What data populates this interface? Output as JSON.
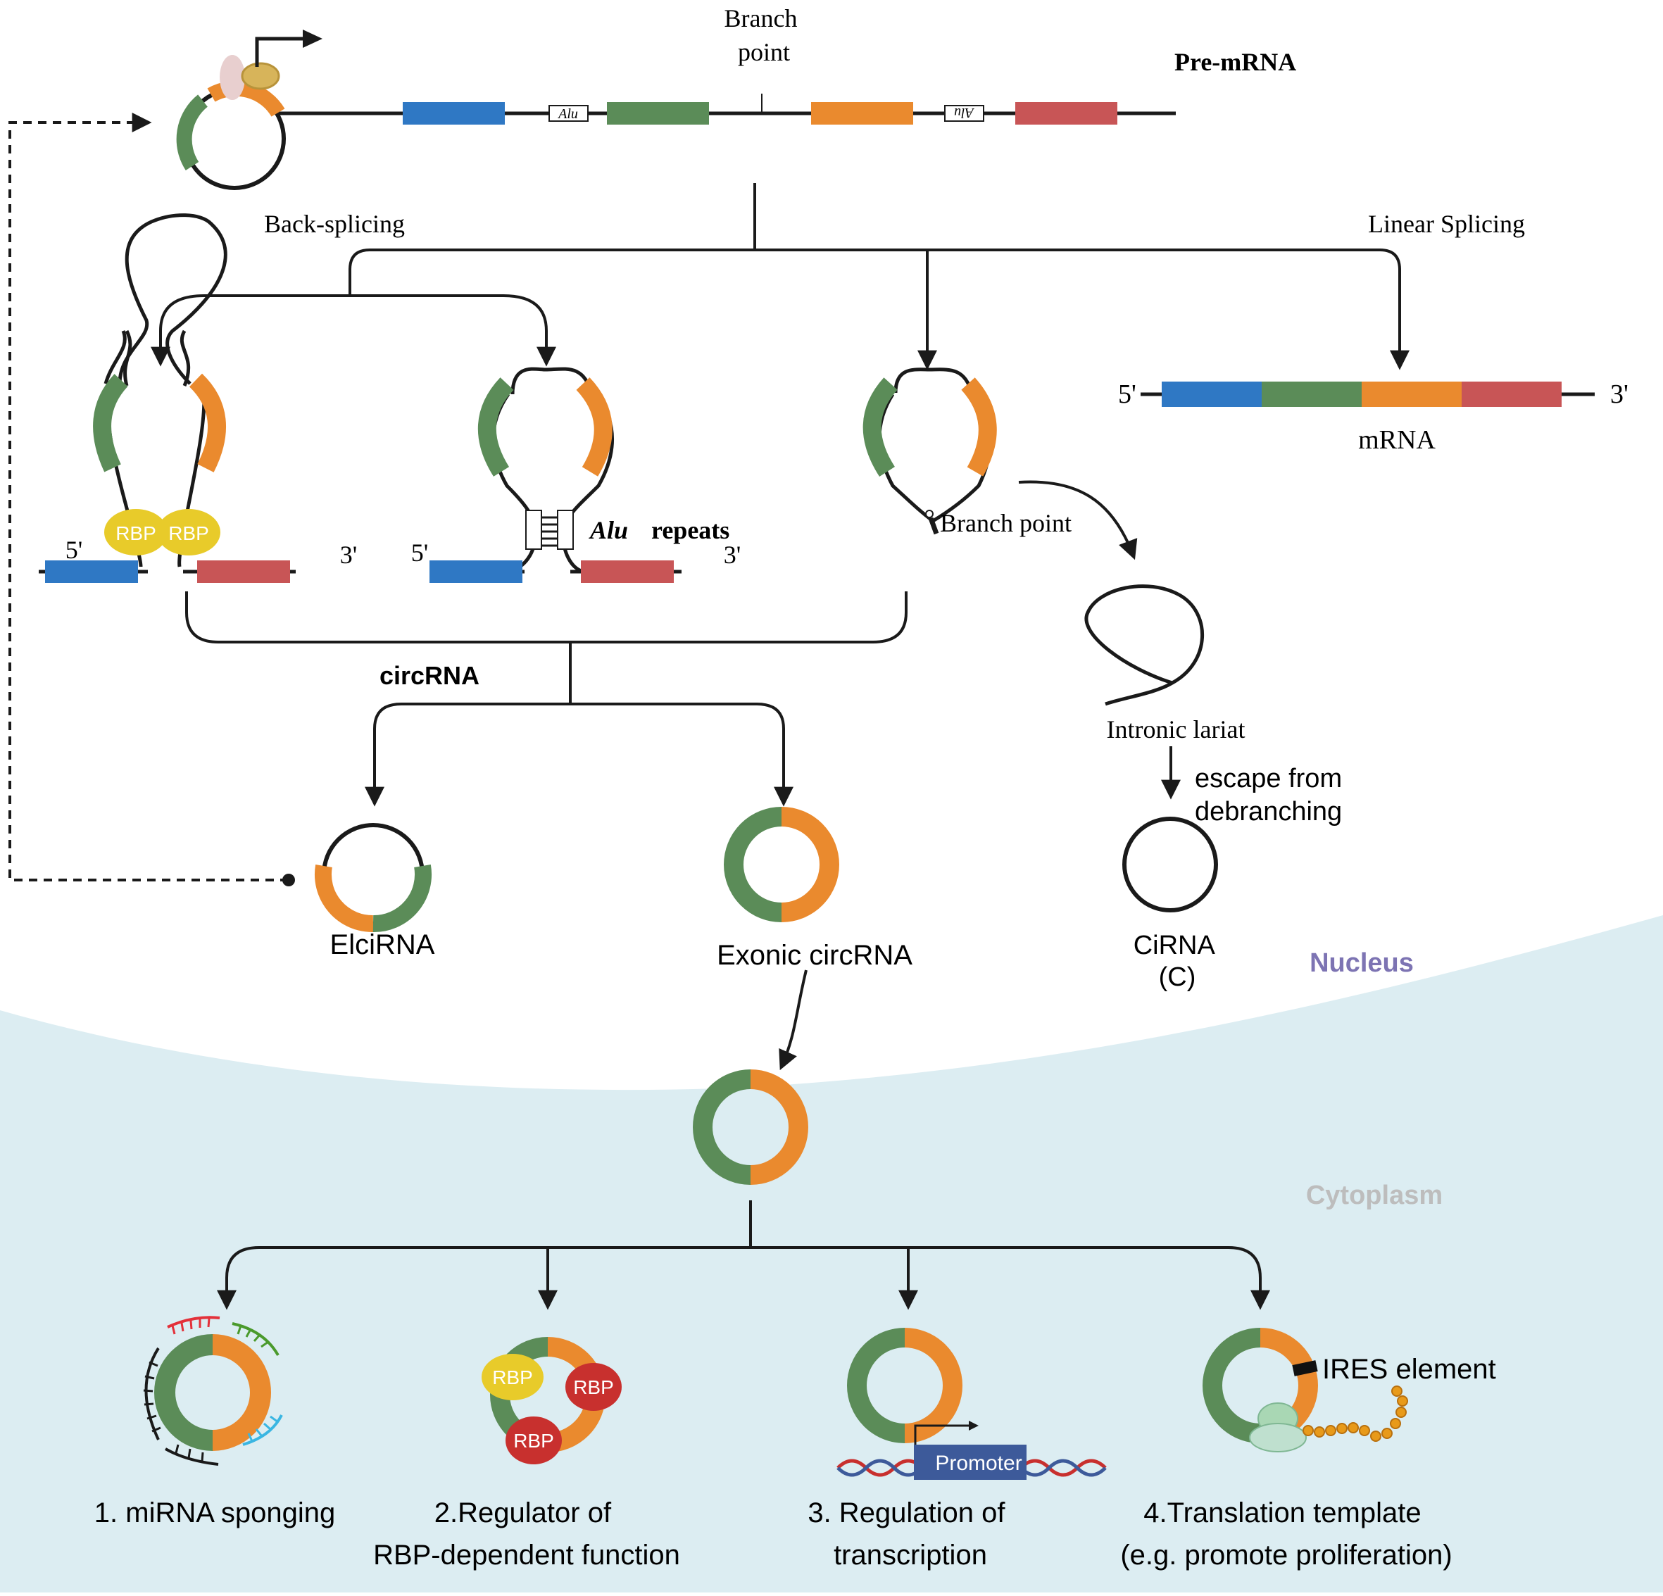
{
  "colors": {
    "blue": "#2f78c4",
    "green": "#5b8c58",
    "orange": "#ea8a2e",
    "red": "#c85556",
    "cytoplasm": "#dcedf2",
    "rbp_yellow": "#e8cb2a",
    "rbp_red": "#c8302e",
    "nucleus_label": "#7d74b3",
    "cytoplasm_label": "#bdbdbd",
    "promoter_box": "#3d5a9a"
  },
  "labels": {
    "branch_point_top": [
      "Branch",
      "point"
    ],
    "pre_mrna": "Pre-mRNA",
    "back_splicing": "Back-splicing",
    "linear_splicing": "Linear  Splicing",
    "five_prime": "5'",
    "three_prime": "3'",
    "mrna": "mRNA",
    "rbp": "RBP",
    "alu": "Alu",
    "alu_repeats_word": "repeats",
    "branch_point_mid": "Branch point",
    "circrna": "circRNA",
    "intronic_lariat": "Intronic lariat",
    "escape": [
      "escape from",
      "debranching"
    ],
    "elcirna": "ElciRNA",
    "exonic_circrna": "Exonic circRNA",
    "cirna": [
      "CiRNA",
      "(C)"
    ],
    "nucleus": "Nucleus",
    "cytoplasm": "Cytoplasm",
    "promoter": "Promoter",
    "ires": "IRES element"
  },
  "functions": [
    {
      "lines": [
        "1. miRNA sponging"
      ]
    },
    {
      "lines": [
        "2.Regulator of",
        "RBP-dependent function"
      ]
    },
    {
      "lines": [
        "3. Regulation of",
        "transcription"
      ]
    },
    {
      "lines": [
        "4.Translation template",
        "(e.g. promote proliferation)"
      ]
    }
  ],
  "icons": [
    "ribosome-icon",
    "transcription-arrow-icon",
    "dna-helix-icon",
    "peptide-chain-icon",
    "mirna-comb-icon"
  ]
}
